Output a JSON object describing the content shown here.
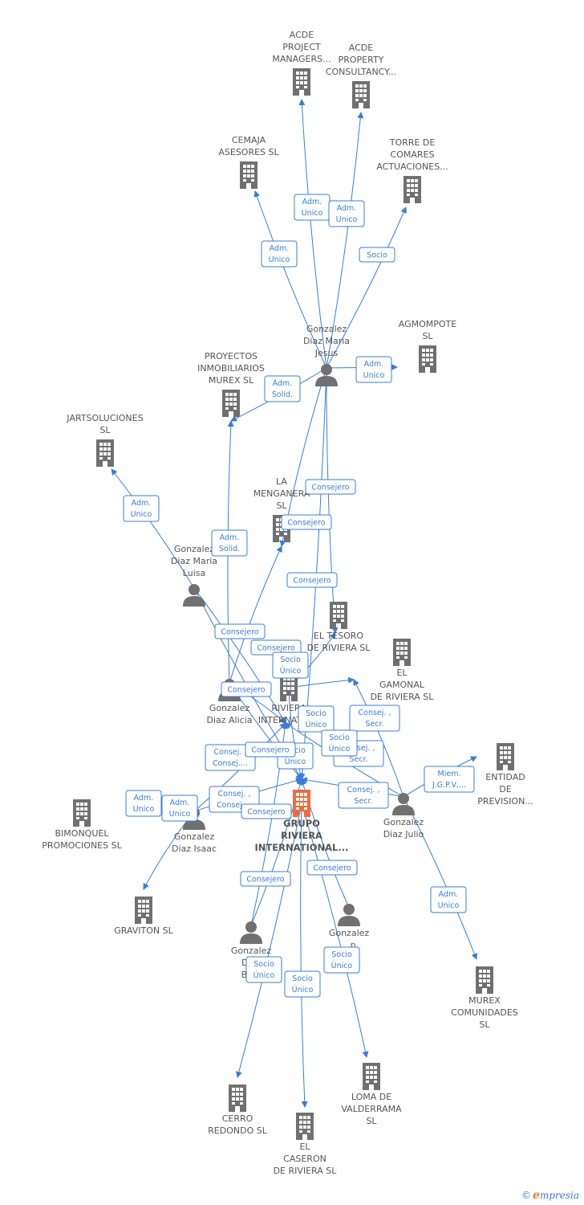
{
  "colors": {
    "edge": "#3a7dd8",
    "node_icon": "#707070",
    "main_icon": "#f06b3c",
    "label": "#555555",
    "badge_border": "#3a7dd8",
    "badge_fill": "#ffffff"
  },
  "nodes": [
    {
      "id": "grupo",
      "kind": "company",
      "main": true,
      "label": [
        "GRUPO",
        "RIVIERA",
        "INTERNATIONAL..."
      ]
    },
    {
      "id": "acde_pm",
      "kind": "company",
      "label": [
        "ACDE",
        "PROJECT",
        "MANAGERS..."
      ]
    },
    {
      "id": "acde_pc",
      "kind": "company",
      "label": [
        "ACDE",
        "PROPERTY",
        "CONSULTANCY..."
      ]
    },
    {
      "id": "cemaja",
      "kind": "company",
      "label": [
        "CEMAJA",
        "ASESORES  SL"
      ]
    },
    {
      "id": "torre",
      "kind": "company",
      "label": [
        "TORRE DE",
        "COMARES",
        "ACTUACIONES..."
      ]
    },
    {
      "id": "agmompote",
      "kind": "company",
      "label": [
        "AGMOMPOTE",
        "SL"
      ]
    },
    {
      "id": "proyectos",
      "kind": "company",
      "label": [
        "PROYECTOS",
        "INMOBILIARIOS",
        "MUREX SL"
      ]
    },
    {
      "id": "jart",
      "kind": "company",
      "label": [
        "JARTSOLUCIONES",
        "SL"
      ]
    },
    {
      "id": "menganera",
      "kind": "company",
      "label": [
        "LA",
        "MENGANERA",
        "SL"
      ]
    },
    {
      "id": "tesoro",
      "kind": "company",
      "label": [
        "EL TESORO",
        "DE RIVIERA  SL"
      ]
    },
    {
      "id": "gamonal",
      "kind": "company",
      "label": [
        "EL",
        "GAMONAL",
        "DE RIVIERA  SL"
      ]
    },
    {
      "id": "riviera_int",
      "kind": "company",
      "label": [
        "RIVIERA",
        "INTERNATIO..."
      ]
    },
    {
      "id": "entidad",
      "kind": "company",
      "label": [
        "ENTIDAD",
        "DE",
        "PREVISION..."
      ]
    },
    {
      "id": "bimonquel",
      "kind": "company",
      "label": [
        "BIMONQUEL",
        "PROMOCIONES SL"
      ]
    },
    {
      "id": "graviton",
      "kind": "company",
      "label": [
        "GRAVITON SL"
      ]
    },
    {
      "id": "murex_com",
      "kind": "company",
      "label": [
        "MUREX",
        "COMUNIDADES",
        "SL"
      ]
    },
    {
      "id": "cerro",
      "kind": "company",
      "label": [
        "CERRO",
        "REDONDO  SL"
      ]
    },
    {
      "id": "caseron",
      "kind": "company",
      "label": [
        "EL",
        "CASERON",
        "DE RIVIERA  SL"
      ]
    },
    {
      "id": "loma",
      "kind": "company",
      "label": [
        "LOMA DE",
        "VALDERRAMA",
        "SL"
      ]
    },
    {
      "id": "p_maria_jesus",
      "kind": "person",
      "label": [
        "Gonzalez",
        "Diaz Maria",
        "Jesus"
      ]
    },
    {
      "id": "p_maria_luisa",
      "kind": "person",
      "label": [
        "Gonzalez",
        "Diaz Maria",
        "Luisa"
      ]
    },
    {
      "id": "p_alicia",
      "kind": "person",
      "label": [
        "Gonzalez",
        "Diaz Alicia"
      ]
    },
    {
      "id": "p_isaac",
      "kind": "person",
      "label": [
        "Gonzalez",
        "Diaz Isaac"
      ]
    },
    {
      "id": "p_julio",
      "kind": "person",
      "label": [
        "Gonzalez",
        "Diaz Julio"
      ]
    },
    {
      "id": "p_be",
      "kind": "person",
      "label": [
        "Gonzalez",
        "Diaz",
        "Be..."
      ]
    },
    {
      "id": "p_n",
      "kind": "person",
      "label": [
        "Gonzalez",
        "...n"
      ]
    }
  ],
  "relations": [
    {
      "id": "r1",
      "from": "p_maria_jesus",
      "to": "acde_pm",
      "label": [
        "Adm.",
        "Unico"
      ]
    },
    {
      "id": "r2",
      "from": "p_maria_jesus",
      "to": "acde_pc",
      "label": [
        "Adm.",
        "Unico"
      ]
    },
    {
      "id": "r3",
      "from": "p_maria_jesus",
      "to": "cemaja",
      "label": [
        "Adm.",
        "Unico"
      ]
    },
    {
      "id": "r4",
      "from": "p_maria_jesus",
      "to": "torre",
      "label": [
        "Socio"
      ]
    },
    {
      "id": "r5",
      "from": "p_maria_jesus",
      "to": "agmompote",
      "label": [
        "Adm.",
        "Unico"
      ]
    },
    {
      "id": "r6",
      "from": "p_maria_jesus",
      "to": "proyectos",
      "label": [
        "Adm.",
        "Solid."
      ]
    },
    {
      "id": "r7",
      "from": "p_maria_jesus",
      "to": "menganera",
      "label": [
        "Consejero"
      ]
    },
    {
      "id": "r8",
      "from": "p_maria_jesus",
      "to": "grupo",
      "label": [
        "Consejero"
      ]
    },
    {
      "id": "r9",
      "from": "p_maria_jesus",
      "to": "tesoro",
      "label": [
        "Consejero"
      ]
    },
    {
      "id": "r10",
      "from": "p_maria_luisa",
      "to": "jart",
      "label": [
        "Adm.",
        "Unico"
      ]
    },
    {
      "id": "r11",
      "from": "p_alicia",
      "to": "proyectos",
      "label": [
        "Adm.",
        "Solid."
      ]
    },
    {
      "id": "r12",
      "from": "p_maria_luisa",
      "to": "riviera_int",
      "label": [
        "Consejero"
      ]
    },
    {
      "id": "r13",
      "from": "p_maria_luisa",
      "to": "grupo",
      "label": [
        "Consejero"
      ]
    },
    {
      "id": "r14",
      "from": "p_alicia",
      "to": "riviera_int",
      "label": [
        "Socio",
        "Único"
      ]
    },
    {
      "id": "r15",
      "from": "p_alicia",
      "to": "grupo",
      "label": [
        "Consejero"
      ]
    },
    {
      "id": "r16",
      "from": "p_isaac",
      "to": "bimonquel",
      "label": [
        "Adm.",
        "Unico"
      ]
    },
    {
      "id": "r17",
      "from": "p_isaac",
      "to": "graviton",
      "label": [
        "Adm.",
        "Unico"
      ]
    },
    {
      "id": "r18",
      "from": "p_isaac",
      "to": "riviera_int",
      "label": [
        "Consej. ,",
        "Consej...."
      ]
    },
    {
      "id": "r19",
      "from": "p_isaac",
      "to": "grupo",
      "label": [
        "Consej. ,",
        "Consej...."
      ]
    },
    {
      "id": "r20",
      "from": "riviera_int",
      "to": "tesoro",
      "label": [
        "Socio",
        "Único"
      ]
    },
    {
      "id": "r21",
      "from": "riviera_int",
      "to": "grupo",
      "label": [
        "Socio",
        "Único"
      ]
    },
    {
      "id": "r22",
      "from": "p_julio",
      "to": "gamonal",
      "label": [
        "Consej. ,",
        "Secr."
      ]
    },
    {
      "id": "r23",
      "from": "p_julio",
      "to": "riviera_int",
      "label": [
        "Consej. ,",
        "Secr."
      ]
    },
    {
      "id": "r24",
      "from": "p_julio",
      "to": "grupo",
      "label": [
        "Consej. ,",
        "Secr."
      ]
    },
    {
      "id": "r25",
      "from": "p_julio",
      "to": "entidad",
      "label": [
        "Miem.",
        "J.G.P.V,..."
      ]
    },
    {
      "id": "r26",
      "from": "p_julio",
      "to": "murex_com",
      "label": [
        "Adm.",
        "Unico"
      ]
    },
    {
      "id": "r27",
      "from": "riviera_int",
      "to": "gamonal",
      "label": [
        "Socio",
        "Único"
      ]
    },
    {
      "id": "r28",
      "from": "p_be",
      "to": "grupo",
      "label": [
        "Consejero"
      ]
    },
    {
      "id": "r29",
      "from": "p_n",
      "to": "grupo",
      "label": [
        "Consejero"
      ]
    },
    {
      "id": "r30",
      "from": "grupo",
      "to": "cerro",
      "label": [
        "Socio",
        "Único"
      ]
    },
    {
      "id": "r31",
      "from": "grupo",
      "to": "caseron",
      "label": [
        "Socio",
        "Único"
      ]
    },
    {
      "id": "r32",
      "from": "grupo",
      "to": "loma",
      "label": [
        "Socio",
        "Único"
      ]
    },
    {
      "id": "r33",
      "from": "p_alicia",
      "to": "menganera",
      "label": [
        "Consejero"
      ]
    },
    {
      "id": "r34",
      "from": "p_be",
      "to": "riviera_int",
      "label": [
        "Consejero"
      ]
    }
  ],
  "footer": {
    "copyright": "©",
    "brand_initial": "e",
    "brand_rest": "mpresia"
  }
}
